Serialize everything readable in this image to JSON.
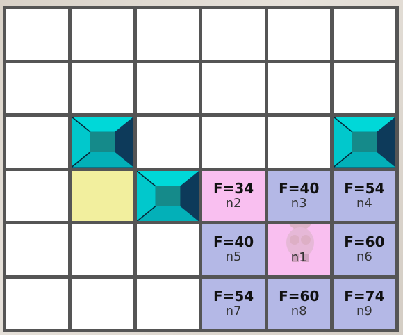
{
  "grid": {
    "rows": 6,
    "cols": 6,
    "walls": [
      [
        2,
        1
      ],
      [
        2,
        5
      ],
      [
        3,
        2
      ]
    ],
    "goal": [
      3,
      1
    ],
    "nodes": [
      {
        "row": 3,
        "col": 3,
        "state": "current",
        "f": "F=34",
        "label": "n2"
      },
      {
        "row": 3,
        "col": 4,
        "state": "open",
        "f": "F=40",
        "label": "n3"
      },
      {
        "row": 3,
        "col": 5,
        "state": "open",
        "f": "F=54",
        "label": "n4"
      },
      {
        "row": 4,
        "col": 3,
        "state": "open",
        "f": "F=40",
        "label": "n5"
      },
      {
        "row": 4,
        "col": 4,
        "state": "current",
        "f": "",
        "label": "n1"
      },
      {
        "row": 4,
        "col": 5,
        "state": "open",
        "f": "F=60",
        "label": "n6"
      },
      {
        "row": 5,
        "col": 3,
        "state": "open",
        "f": "F=54",
        "label": "n7"
      },
      {
        "row": 5,
        "col": 4,
        "state": "open",
        "f": "F=60",
        "label": "n8"
      },
      {
        "row": 5,
        "col": 5,
        "state": "open",
        "f": "F=74",
        "label": "n9"
      }
    ]
  },
  "colors": {
    "empty": "#ffffff",
    "open": "#b4b8e6",
    "current": "#f9bff0",
    "goal": "#f2ef9e",
    "wall_dark": "#0d3a5a",
    "wall_light": "#00d8d8",
    "wall_center": "#158a8a",
    "grid_line": "#555555"
  },
  "icons": {
    "wall": "beveled-block-icon",
    "character": "ninja-character-icon"
  }
}
